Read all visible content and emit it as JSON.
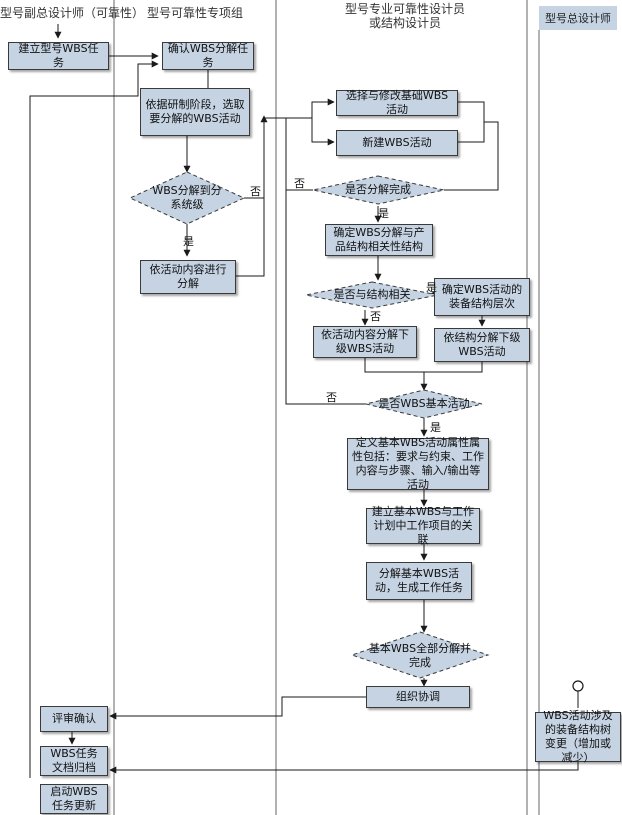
{
  "lanes": {
    "lane1": "型号副总设计师（可靠性）",
    "lane2": "型号可靠性专项组",
    "lane3": "型号专业可靠性设计员或结构设计员",
    "lane4": "型号总设计师"
  },
  "nodes": {
    "n1": "建立型号WBS任务",
    "n2": "确认WBS分解任务",
    "n3": "依据研制阶段，选取要分解的WBS活动",
    "d1": "WBS分解到分系统级",
    "n4": "依活动内容进行分解",
    "n5": "选择与修改基础WBS活动",
    "n6": "新建WBS活动",
    "d2": "是否分解完成",
    "n7": "确定WBS分解与产品结构相关性结构",
    "d3": "是否与结构相关",
    "n8": "确定WBS活动的装备结构层次",
    "n9": "依活动内容分解下级WBS活动",
    "n10": "依结构分解下级WBS活动",
    "d4": "是否WBS基本活动",
    "n11": "定义基本WBS活动属性属性包括：要求与约束、工作内容与步骤、输入/输出等活动",
    "n12": "建立基本WBS与工作计划中工作项目的关联",
    "n13": "分解基本WBS活动，生成工作任务",
    "d5": "基本WBS全部分解并完成",
    "n14": "组织协调",
    "n15": "评审确认",
    "n16": "WBS任务文档归档",
    "n17": "启动WBS任务更新",
    "n18": "WBS活动涉及的装备结构树变更（增加或减少）"
  },
  "labels": {
    "yes1": "是",
    "no1": "否",
    "no2": "否",
    "yes2": "是",
    "yes3": "是",
    "no3": "否",
    "no4": "否",
    "yes4": "是"
  },
  "colors": {
    "box_fill": "#c5d3e3",
    "box_border": "#3a3a3a",
    "line": "#1a1a1a"
  }
}
